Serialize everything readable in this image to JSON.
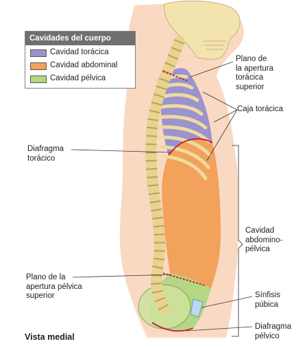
{
  "legend": {
    "title": "Cavidades del cuerpo",
    "items": [
      {
        "label": "Cavidad torácica",
        "color": "#9a93cf"
      },
      {
        "label": "Cavidad abdominal",
        "color": "#f2a25a"
      },
      {
        "label": "Cavidad pélvica",
        "color": "#b6d684"
      }
    ]
  },
  "labels": {
    "plano_apertura_toracica": "Plano de\nla apertura\ntorácica\nsuperior",
    "caja_toracica": "Caja torácica",
    "diafragma_toracico": "Diafragma\ntorácico",
    "cavidad_abdominopelvica": "Cavidad\nabdomino-\npélvica",
    "plano_apertura_pelvica": "Plano de la\napertura pélvica\nsuperior",
    "sinfisis_pubica": "Sínfisis\npúbica",
    "diafragma_pelvico": "Diafragma\npélvico",
    "vista": "Vista medial"
  },
  "colors": {
    "skin": "#fad9c3",
    "bone": "#f3e3ae",
    "thoracic": "#9a93cf",
    "abdominal": "#f2a25a",
    "pelvic": "#b6d684",
    "membrane": "#c2263a",
    "leader": "#333333",
    "symphysis": "#b9d9ee"
  }
}
